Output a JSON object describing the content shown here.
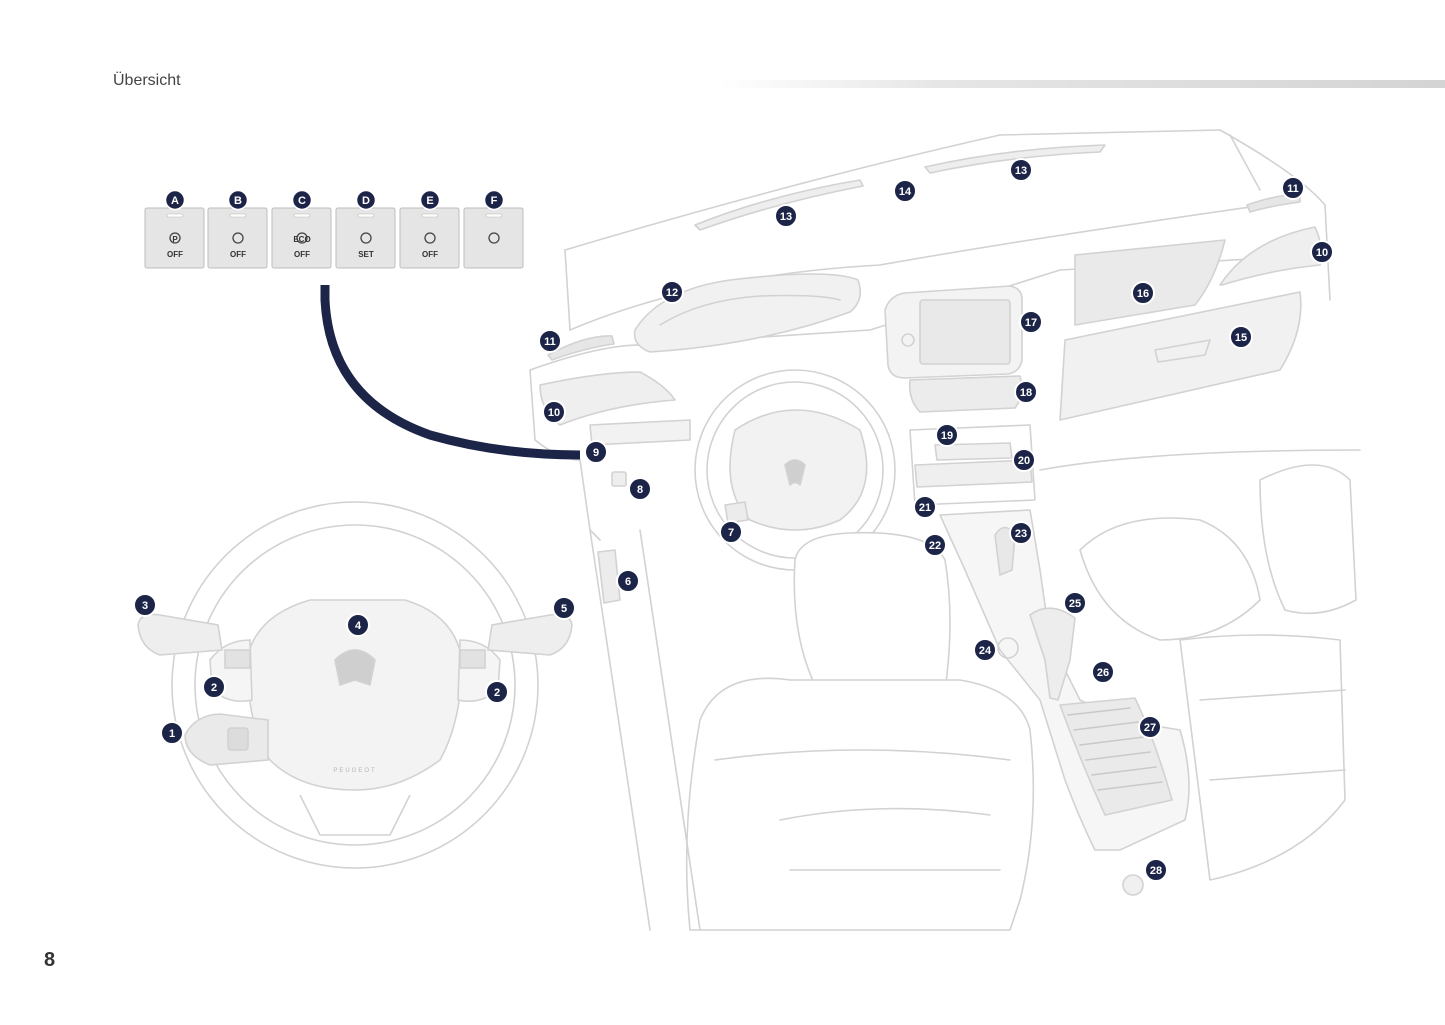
{
  "header": {
    "title": "Übersicht"
  },
  "page_number": "8",
  "colors": {
    "callout": "#1c2548",
    "line": "#d2d2d2",
    "switch_bg": "#e5e5e5",
    "accent_bar": "#d4d4d4"
  },
  "switches": [
    {
      "letter": "A",
      "line1": "P",
      "line2": "OFF",
      "icon": "park-assist-icon"
    },
    {
      "letter": "B",
      "line1": "",
      "line2": "OFF",
      "icon": "stability-control-icon"
    },
    {
      "letter": "C",
      "line1": "ECO",
      "line2": "OFF",
      "icon": "eco-icon"
    },
    {
      "letter": "D",
      "line1": "",
      "line2": "SET",
      "icon": "tyre-pressure-icon"
    },
    {
      "letter": "E",
      "line1": "",
      "line2": "OFF",
      "icon": "alarm-icon"
    },
    {
      "letter": "F",
      "line1": "",
      "line2": "",
      "icon": "child-lock-icon"
    }
  ],
  "steering_wheel": {
    "brand_engraving": "PEUGEOT"
  },
  "callouts": [
    "1",
    "2",
    "2",
    "3",
    "4",
    "5",
    "6",
    "7",
    "8",
    "9",
    "10",
    "10",
    "11",
    "11",
    "12",
    "13",
    "13",
    "14",
    "15",
    "16",
    "17",
    "18",
    "19",
    "20",
    "21",
    "22",
    "23",
    "24",
    "25",
    "26",
    "27",
    "28"
  ]
}
